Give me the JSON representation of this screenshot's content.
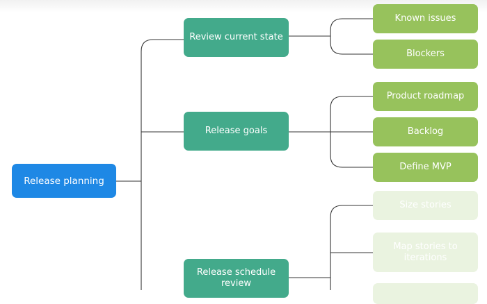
{
  "root": {
    "label": "Release planning"
  },
  "branches": [
    {
      "label": "Review current state"
    },
    {
      "label": "Release goals"
    },
    {
      "label": "Release schedule review"
    }
  ],
  "leaves": [
    {
      "label": "Known issues"
    },
    {
      "label": "Blockers"
    },
    {
      "label": "Product roadmap"
    },
    {
      "label": "Backlog"
    },
    {
      "label": "Define MVP"
    },
    {
      "label": "Size stories"
    },
    {
      "label": "Map stories to iterations"
    },
    {
      "label": ""
    }
  ],
  "colors": {
    "root": "#1e88e5",
    "branch": "#43aa8b",
    "leaf": "#97c25c",
    "leaf_faded": "#eaf3e0",
    "connector": "#333333"
  }
}
